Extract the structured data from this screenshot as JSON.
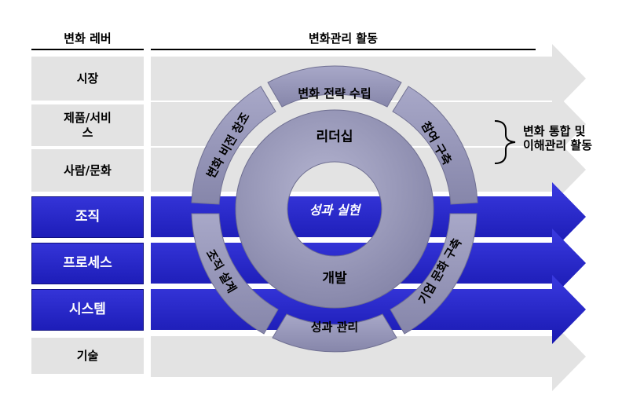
{
  "headers": {
    "levers": "변화 레버",
    "activities": "변화관리 활동"
  },
  "levers": [
    {
      "label": "시장",
      "style": "gray"
    },
    {
      "label": "제품/서비\n스",
      "style": "gray"
    },
    {
      "label": "사람/문화",
      "style": "gray"
    },
    {
      "label": "조직",
      "style": "blue"
    },
    {
      "label": "프로세스",
      "style": "blue"
    },
    {
      "label": "시스템",
      "style": "blue"
    },
    {
      "label": "기술",
      "style": "gray"
    }
  ],
  "outer_ring": {
    "top": "변화 전략 수립",
    "upper_right": "참여 구축",
    "lower_right": "기업 문화 구축",
    "bottom": "성과 관리",
    "lower_left": "조직 설계",
    "upper_left": "변화 비전 창조"
  },
  "inner_ring": {
    "top": "리더십",
    "center": "성과 실현",
    "bottom": "개발"
  },
  "side_note": {
    "line1": "변화 통합 및",
    "line2": "이해관리 활동"
  },
  "colors": {
    "gray_band": "#e3e3e3",
    "blue_band": "#2424c8",
    "ring": "#9696b6"
  }
}
